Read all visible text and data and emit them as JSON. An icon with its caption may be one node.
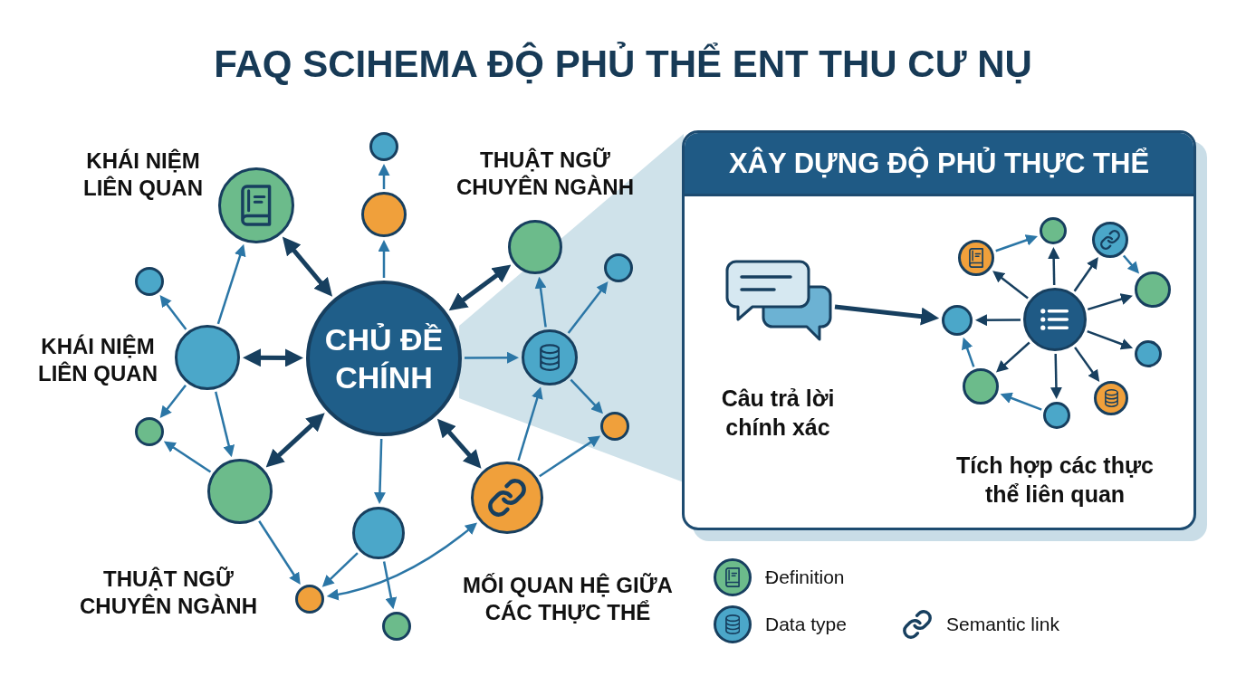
{
  "diagram": {
    "title": "FAQ SCIHEMA ĐỘ PHỦ THỂ ENT THU CƯ NỤ",
    "nodes": [
      {
        "text": [],
        "shape": "circle"
      },
      {
        "text": [],
        "shape": "circle",
        "beside": [
          "KHÁI NIỆM LIÊN QUAN"
        ]
      },
      {
        "text": [],
        "shape": "circle"
      },
      {
        "text": [],
        "shape": "circle",
        "beside": [
          "THUẬT NGỮ CHUYÊN NGÀNH"
        ]
      },
      {
        "text": [],
        "shape": "circle"
      },
      {
        "text": [],
        "shape": "circle"
      },
      {
        "text": [],
        "shape": "circle",
        "beside": [
          "KHÁI NIỆM LIÊN QUAN"
        ]
      },
      {
        "text": [
          "CHỦ ĐỀ CHÍNH"
        ]
      },
      {
        "text": [],
        "shape": "circle"
      },
      {
        "text": [],
        "shape": "circle"
      },
      {
        "text": [],
        "shape": "circle"
      },
      {
        "text": [],
        "shape": "circle"
      },
      {
        "text": [],
        "shape": "circle",
        "beside": [
          "MỐI QUAN HỆ GIỮA CÁC THỰC THỂ"
        ]
      },
      {
        "text": [],
        "shape": "circle"
      },
      {
        "text": [],
        "shape": "circle",
        "beside": [
          "THUẬT NGỮ CHUYÊN NGÀNH"
        ]
      },
      {
        "text": [],
        "shape": "circle"
      },
      {
        "text": [
          "XÂY DỰNG ĐỘ PHỦ THỰC THỂ"
        ]
      },
      {
        "text": [],
        "shape": "picture",
        "beside": [
          "Câu trả lời chính xác"
        ],
        "in": 16
      },
      {
        "text": [],
        "shape": "circle",
        "in": 16
      },
      {
        "text": [],
        "shape": "circle",
        "in": 16
      },
      {
        "text": [],
        "shape": "circle",
        "in": 16
      },
      {
        "text": [],
        "shape": "circle",
        "in": 16
      },
      {
        "text": [],
        "shape": "circle",
        "in": 16
      },
      {
        "text": [],
        "shape": "circle",
        "in": 16
      },
      {
        "text": [],
        "shape": "circle",
        "in": 16
      },
      {
        "text": [],
        "shape": "circle",
        "in": 16
      },
      {
        "text": [],
        "shape": "circle",
        "in": 16
      },
      {
        "text": [],
        "shape": "circle",
        "in": 16
      }
    ],
    "edges": [
      {
        "from": 6,
        "to": 7,
        "arrow": "both",
        "style": "thick",
        "color": "#173f5f"
      },
      {
        "from": 1,
        "to": 7,
        "arrow": "both",
        "style": "thick",
        "color": "#173f5f"
      },
      {
        "from": 3,
        "to": 7,
        "arrow": "both",
        "style": "thick",
        "color": "#173f5f"
      },
      {
        "from": 11,
        "to": 7,
        "arrow": "both",
        "style": "thick",
        "color": "#173f5f"
      },
      {
        "from": 12,
        "to": 7,
        "arrow": "both",
        "style": "thick",
        "color": "#173f5f"
      },
      {
        "from": 7,
        "to": 2,
        "arrow": "to"
      },
      {
        "from": 2,
        "to": 0,
        "arrow": "to"
      },
      {
        "from": 7,
        "to": 8,
        "arrow": "to"
      },
      {
        "from": 7,
        "to": 13,
        "arrow": "to"
      },
      {
        "from": 8,
        "to": 3,
        "arrow": "to"
      },
      {
        "from": 8,
        "to": 4,
        "arrow": "to"
      },
      {
        "from": 8,
        "to": 9,
        "arrow": "to"
      },
      {
        "from": 12,
        "to": 8,
        "arrow": "to"
      },
      {
        "from": 12,
        "to": 9,
        "arrow": "to"
      },
      {
        "from": 6,
        "to": 5,
        "arrow": "to"
      },
      {
        "from": 6,
        "to": 1,
        "arrow": "to"
      },
      {
        "from": 6,
        "to": 10,
        "arrow": "to"
      },
      {
        "from": 6,
        "to": 11,
        "arrow": "to"
      },
      {
        "from": 11,
        "to": 10,
        "arrow": "to"
      },
      {
        "from": 11,
        "to": 14,
        "arrow": "to"
      },
      {
        "from": 13,
        "to": 14,
        "arrow": "to"
      },
      {
        "from": 13,
        "to": 15,
        "arrow": "to"
      },
      {
        "from": 14,
        "to": 12,
        "arrow": "both"
      },
      {
        "from": 17,
        "to": 22,
        "arrow": "to",
        "style": "thick",
        "color": "#173f5f"
      },
      {
        "from": 23,
        "to": 20,
        "arrow": "to",
        "color": "#173f5f"
      },
      {
        "from": 23,
        "to": 18,
        "arrow": "to",
        "color": "#173f5f"
      },
      {
        "from": 23,
        "to": 19,
        "arrow": "to",
        "color": "#173f5f"
      },
      {
        "from": 23,
        "to": 21,
        "arrow": "to",
        "color": "#173f5f"
      },
      {
        "from": 23,
        "to": 22,
        "arrow": "to",
        "color": "#173f5f"
      },
      {
        "from": 23,
        "to": 24,
        "arrow": "to",
        "color": "#173f5f"
      },
      {
        "from": 23,
        "to": 26,
        "arrow": "to",
        "color": "#173f5f"
      },
      {
        "from": 23,
        "to": 27,
        "arrow": "to",
        "color": "#173f5f"
      },
      {
        "from": 23,
        "to": 25,
        "arrow": "to",
        "color": "#173f5f"
      },
      {
        "from": 20,
        "to": 18,
        "arrow": "to"
      },
      {
        "from": 19,
        "to": 21,
        "arrow": "to"
      },
      {
        "from": 25,
        "to": 22,
        "arrow": "to"
      },
      {
        "from": 27,
        "to": 25,
        "arrow": "to"
      }
    ],
    "labels": [
      "Tích hợp các thực thể liên quan"
    ],
    "legend": [
      {
        "text": "Đefinition",
        "color": "#6cbb8b"
      },
      {
        "text": "Data type",
        "color": "#4ba7c9"
      },
      {
        "text": "Semantic link"
      }
    ]
  }
}
